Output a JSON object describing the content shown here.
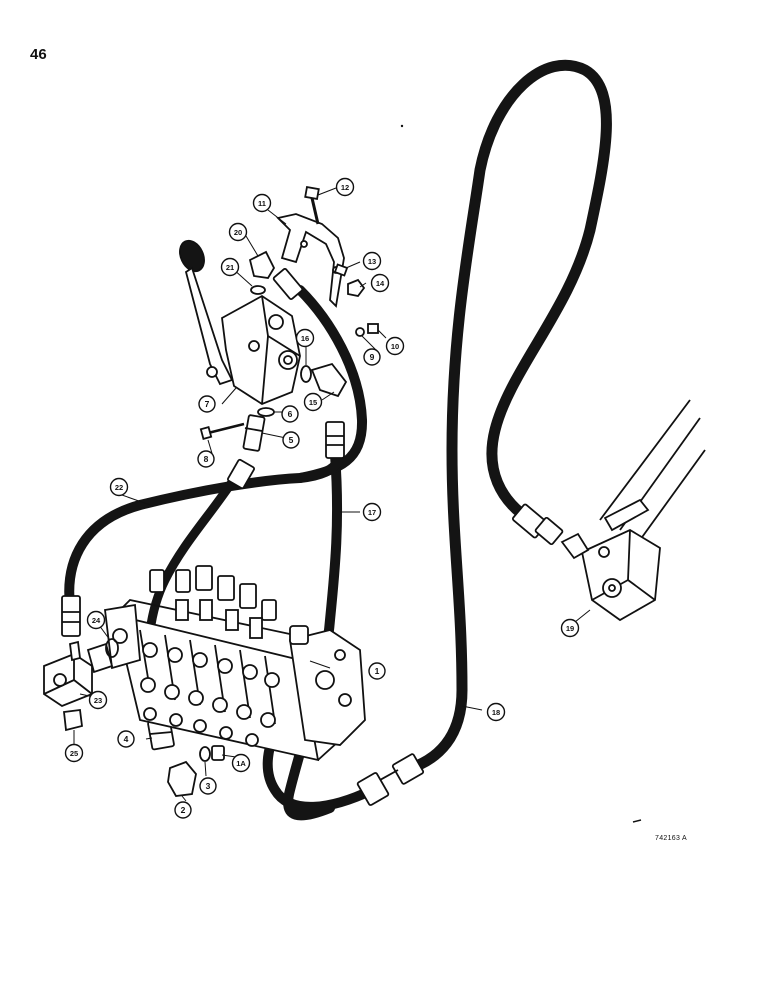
{
  "page_number": "46",
  "figure_ref": "742163 A",
  "callouts": [
    {
      "id": "c1",
      "label": "1"
    },
    {
      "id": "c1a",
      "label": "1A"
    },
    {
      "id": "c2",
      "label": "2"
    },
    {
      "id": "c3",
      "label": "3"
    },
    {
      "id": "c4",
      "label": "4"
    },
    {
      "id": "c5",
      "label": "5"
    },
    {
      "id": "c6",
      "label": "6"
    },
    {
      "id": "c7",
      "label": "7"
    },
    {
      "id": "c8",
      "label": "8"
    },
    {
      "id": "c9",
      "label": "9"
    },
    {
      "id": "c10",
      "label": "10"
    },
    {
      "id": "c11",
      "label": "11"
    },
    {
      "id": "c12",
      "label": "12"
    },
    {
      "id": "c13",
      "label": "13"
    },
    {
      "id": "c14",
      "label": "14"
    },
    {
      "id": "c15",
      "label": "15"
    },
    {
      "id": "c16",
      "label": "16"
    },
    {
      "id": "c17",
      "label": "17"
    },
    {
      "id": "c18",
      "label": "18"
    },
    {
      "id": "c19",
      "label": "19"
    },
    {
      "id": "c20",
      "label": "20"
    },
    {
      "id": "c21",
      "label": "21"
    },
    {
      "id": "c22",
      "label": "22"
    },
    {
      "id": "c23",
      "label": "23"
    },
    {
      "id": "c24",
      "label": "24"
    },
    {
      "id": "c25",
      "label": "25"
    }
  ]
}
